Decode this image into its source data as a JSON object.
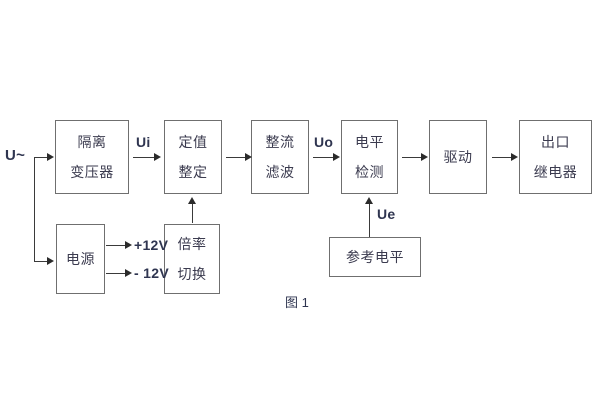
{
  "figure": {
    "caption": "图 1",
    "background_color": "#ffffff",
    "box_border_color": "#6f6f6f",
    "text_color": "#3b3b4f",
    "line_color": "#3a3a3a"
  },
  "blocks": [
    {
      "id": "isolation-transformer",
      "lines": [
        "隔离",
        "变压器"
      ]
    },
    {
      "id": "setting-value",
      "lines": [
        "定值",
        "整定"
      ]
    },
    {
      "id": "rectify-filter",
      "lines": [
        "整流",
        "滤波"
      ]
    },
    {
      "id": "level-detect",
      "lines": [
        "电平",
        "检测"
      ]
    },
    {
      "id": "drive",
      "lines": [
        "驱动"
      ]
    },
    {
      "id": "output-relay",
      "lines": [
        "出口",
        "继电器"
      ]
    },
    {
      "id": "power-supply",
      "lines": [
        "电源"
      ]
    },
    {
      "id": "multiplier-switch",
      "lines": [
        "倍率",
        "切换"
      ]
    },
    {
      "id": "reference-level",
      "lines": [
        "参考电平"
      ]
    }
  ],
  "signals": {
    "input": "U~",
    "ui": "Ui",
    "uo": "Uo",
    "ue": "Ue",
    "rail_positive": "+12V",
    "rail_negative": "- 12V"
  }
}
